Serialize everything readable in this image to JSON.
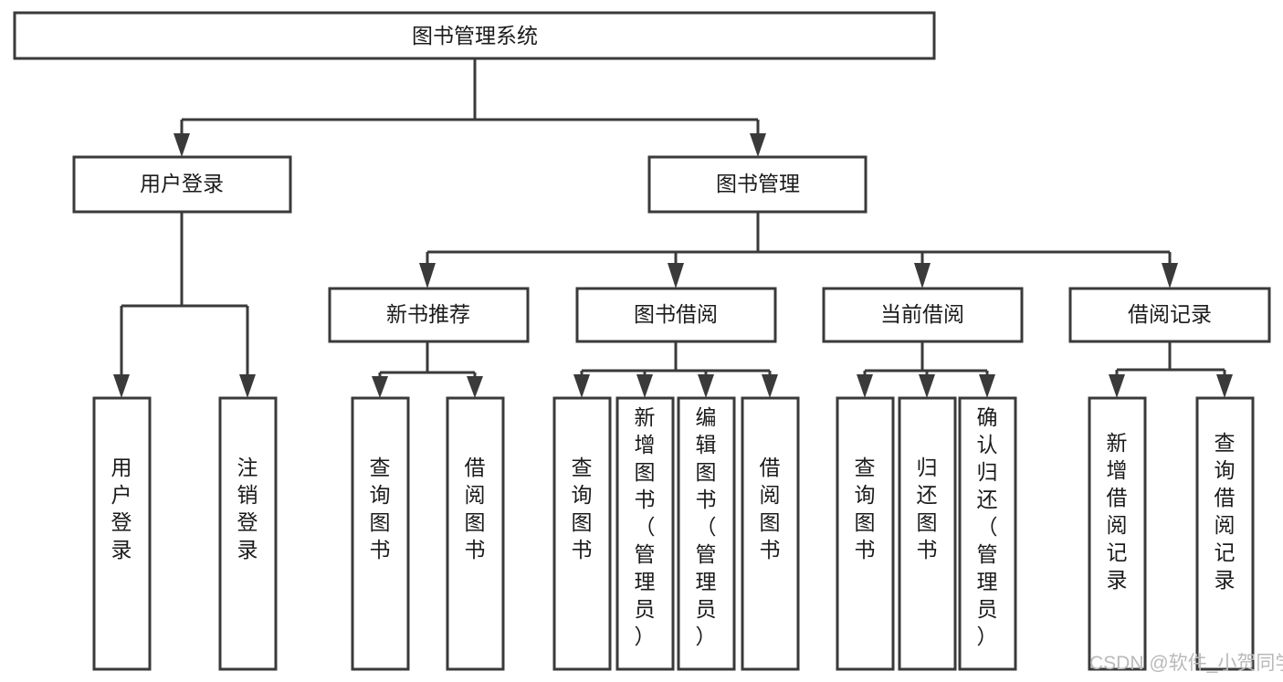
{
  "diagram": {
    "title": "图书管理系统",
    "type": "tree",
    "orientation": "top-down",
    "watermark": "CSDN @软件_小贺同学",
    "colors": {
      "background": "#ffffff",
      "box_stroke": "#3a3a3a",
      "box_fill": "#ffffff",
      "text": "#1b1b1b",
      "watermark": "#b9b9b9"
    },
    "root": {
      "label": "图书管理系统"
    },
    "level2": [
      {
        "label": "用户登录"
      },
      {
        "label": "图书管理"
      }
    ],
    "level3": [
      {
        "label": "新书推荐"
      },
      {
        "label": "图书借阅"
      },
      {
        "label": "当前借阅"
      },
      {
        "label": "借阅记录"
      }
    ],
    "leaves": {
      "user_login": [
        {
          "label": "用户登录"
        },
        {
          "label": "注销登录"
        }
      ],
      "new_book_recommend": [
        {
          "label": "查询图书"
        },
        {
          "label": "借阅图书"
        }
      ],
      "book_borrow": [
        {
          "label": "查询图书"
        },
        {
          "label": "新增图书（管理员）"
        },
        {
          "label": "编辑图书（管理员）"
        },
        {
          "label": "借阅图书"
        }
      ],
      "current_borrow": [
        {
          "label": "查询图书"
        },
        {
          "label": "归还图书"
        },
        {
          "label": "确认归还（管理员）"
        }
      ],
      "borrow_record": [
        {
          "label": "新增借阅记录"
        },
        {
          "label": "查询借阅记录"
        }
      ]
    }
  }
}
